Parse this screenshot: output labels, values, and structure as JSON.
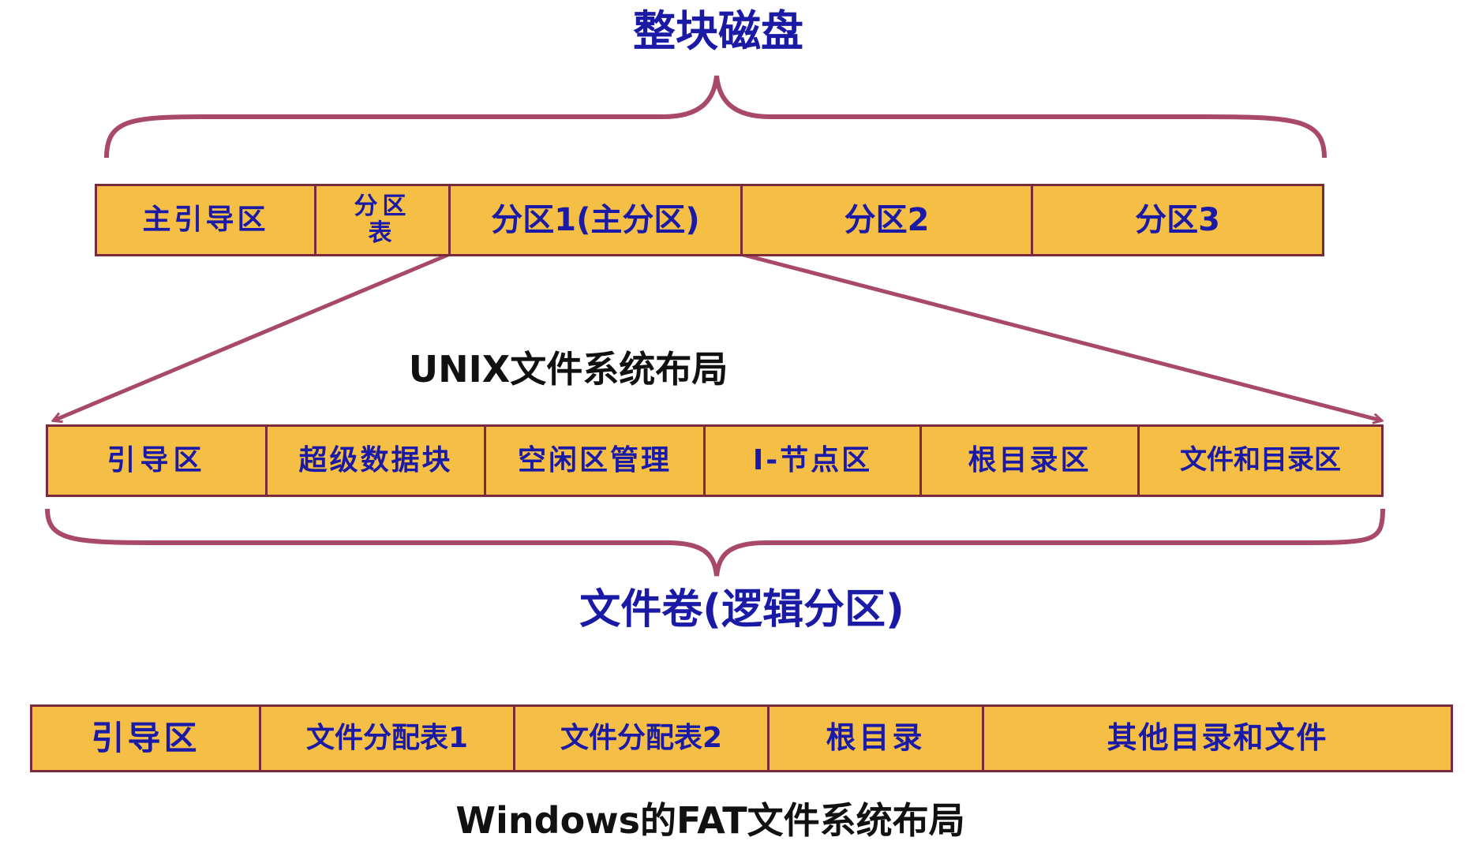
{
  "disk": {
    "title": "整块磁盘",
    "segments": [
      "主引导区",
      "分区表",
      "分区1(主分区)",
      "分区2",
      "分区3"
    ]
  },
  "unix": {
    "caption": "UNIX文件系统布局",
    "segments": [
      "引导区",
      "超级数据块",
      "空闲区管理",
      "I-节点区",
      "根目录区",
      "文件和目录区"
    ],
    "volume_label": "文件卷(逻辑分区)"
  },
  "fat": {
    "segments": [
      "引导区",
      "文件分配表1",
      "文件分配表2",
      "根目录",
      "其他目录和文件"
    ],
    "caption": "Windows的FAT文件系统布局"
  },
  "colors": {
    "block_fill": "#f5bf45",
    "block_border": "#7a2a3a",
    "brace": "#a8486a",
    "label_blue": "#1a1aa6"
  }
}
